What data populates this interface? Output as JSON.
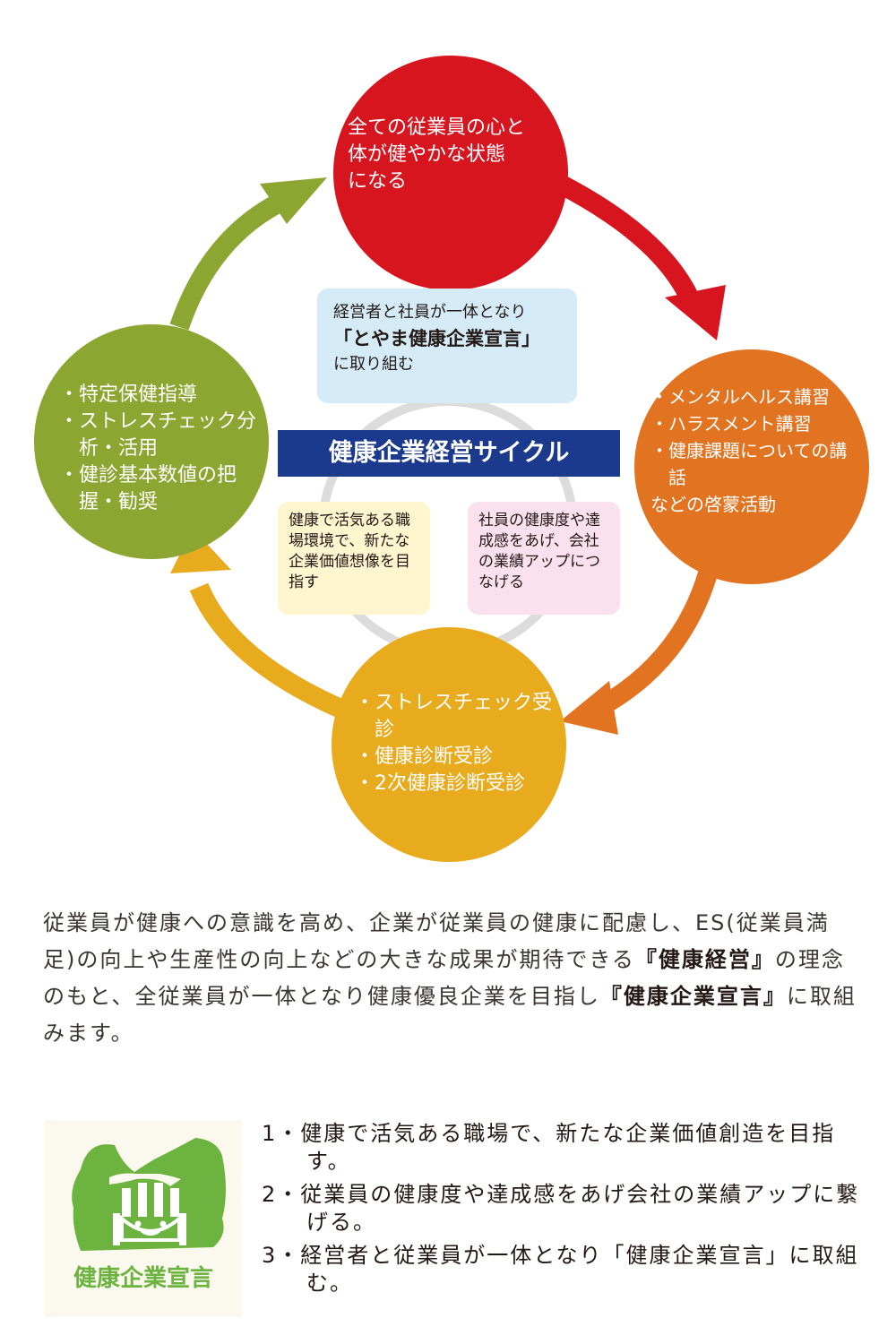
{
  "cycle_title": "健康企業経営サイクル",
  "circles": {
    "top": {
      "color": "#d7151f",
      "lines": [
        "全ての従業員の心と",
        "体が健やかな状態",
        "になる"
      ]
    },
    "right": {
      "color": "#e17321",
      "lines": [
        "・メンタルヘルス講習",
        "・ハラスメント講習",
        "・健康課題についての講話",
        "などの啓蒙活動"
      ]
    },
    "bottom": {
      "color": "#e9ab1e",
      "lines": [
        "・ストレスチェック受診",
        "・健康診断受診",
        "・2次健康診断受診"
      ]
    },
    "left": {
      "color": "#8da632",
      "lines": [
        "・特定保健指導",
        "・ストレスチェック分析・活用",
        "・健診基本数値の把握・勧奨"
      ]
    }
  },
  "boxes": {
    "blue": {
      "line1": "経営者と社員が一体となり",
      "line2": "「とやま健康企業宣言」",
      "line3": "に取り組む"
    },
    "yellow": {
      "text": "健康で活気ある職場環境で、新たな企業価値想像を目指す"
    },
    "pink": {
      "text": "社員の健康度や達成感をあげ、会社の業績アップにつなげる"
    }
  },
  "description": {
    "part1": "従業員が健康への意識を高め、企業が従業員の健康に配慮し、ES(従業員満足)の向上や生産性の向上などの大きな成果が期待できる",
    "em1": "『健康経営』",
    "part2": "の理念のもと、全従業員が一体となり健康優良企業を目指し",
    "em2": "『健康企業宣言』",
    "part3": "に取組みます。"
  },
  "logo_text": "健康企業宣言",
  "goals": [
    "1・健康で活気ある職場で、新たな企業価値創造を目指す。",
    "2・従業員の健康度や達成感をあげ会社の業績アップに繋げる。",
    "3・経営者と従業員が一体となり「健康企業宣言」に取組む。"
  ]
}
